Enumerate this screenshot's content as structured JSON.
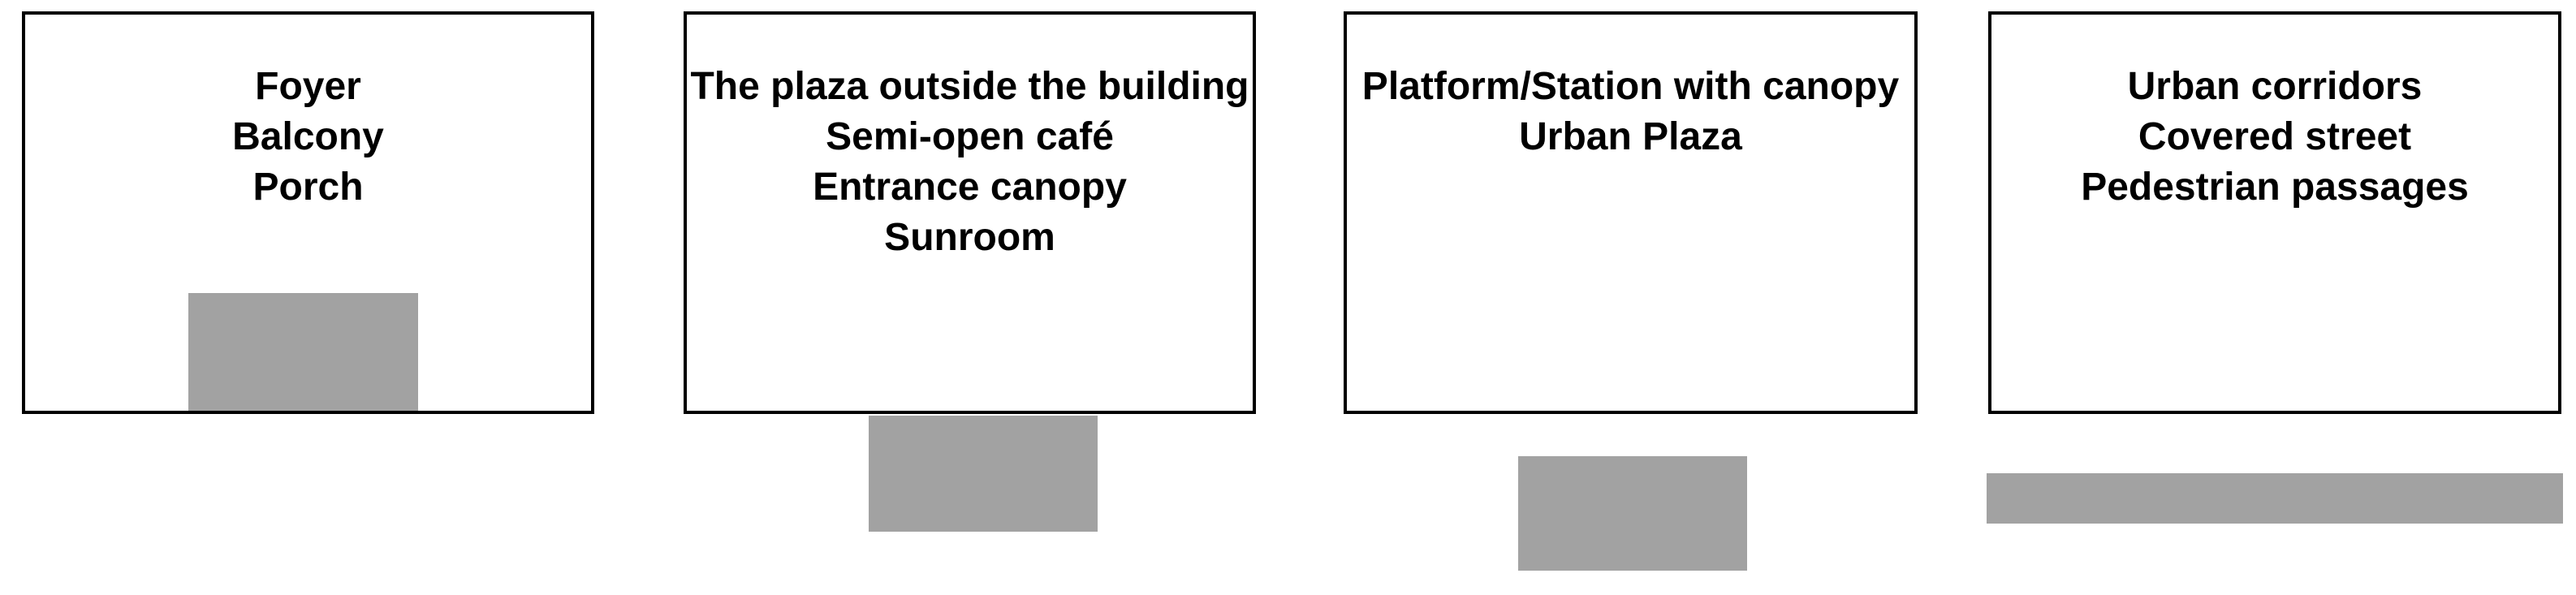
{
  "diagram": {
    "colors": {
      "box_border": "#000000",
      "box_fill": "#ffffff",
      "swatch_fill": "#a2a2a2",
      "text": "#000000"
    },
    "groups": [
      {
        "name": "group-1",
        "labels": [
          "Foyer",
          "Balcony",
          "Porch"
        ]
      },
      {
        "name": "group-2",
        "labels": [
          "The plaza outside the building",
          "Semi-open café",
          "Entrance canopy",
          "Sunroom"
        ]
      },
      {
        "name": "group-3",
        "labels": [
          "Platform/Station with canopy",
          "Urban Plaza"
        ]
      },
      {
        "name": "group-4",
        "labels": [
          "Urban corridors",
          "Covered street",
          "Pedestrian passages"
        ]
      }
    ]
  }
}
